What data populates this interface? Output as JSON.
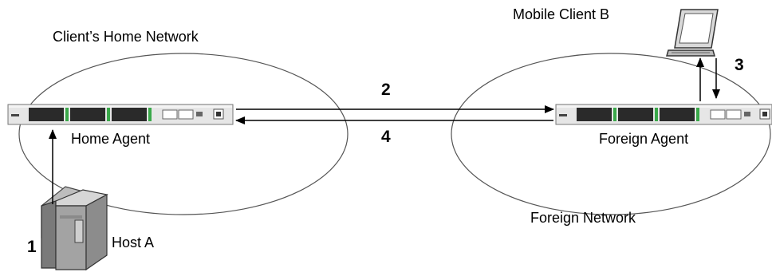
{
  "labels": {
    "home_network": "Client’s Home Network",
    "mobile_client": "Mobile Client B",
    "home_agent": "Home Agent",
    "foreign_agent": "Foreign Agent",
    "foreign_network": "Foreign Network",
    "host": "Host A"
  },
  "steps": {
    "one": "1",
    "two": "2",
    "three": "3",
    "four": "4"
  },
  "icons": [
    "router-icon",
    "router-icon",
    "laptop-icon",
    "server-tower-icon"
  ],
  "colors": {
    "stroke": "#555555",
    "router_body": "#e6e6e6",
    "port_dark": "#2a2a2a",
    "port_green": "#3aa84a"
  }
}
